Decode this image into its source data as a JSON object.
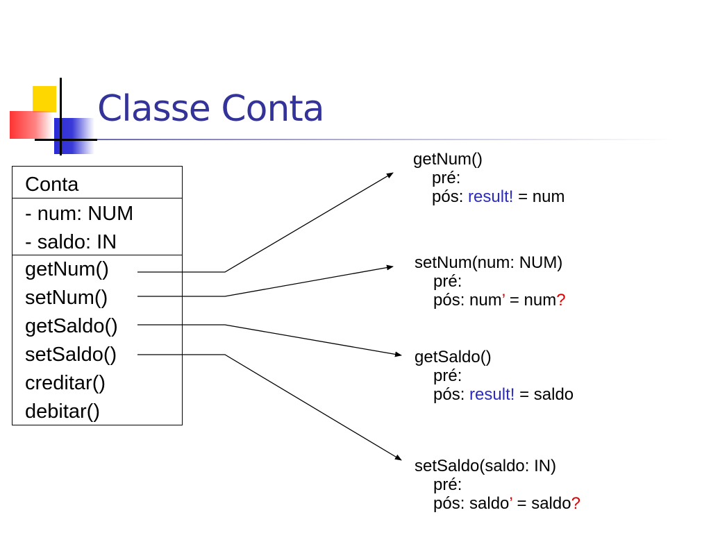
{
  "title": "Classe Conta",
  "class_box": {
    "name": "Conta",
    "attributes": [
      "- num: NUM",
      "- saldo: IN"
    ],
    "operations": [
      "getNum()",
      "setNum()",
      "getSaldo()",
      "setSaldo()",
      "creditar()",
      "debitar()"
    ]
  },
  "specs": [
    {
      "signature": "getNum()",
      "pre_label": "pré:",
      "post_label": "pós:",
      "post_highlight": "result!",
      "post_rest": " = num"
    },
    {
      "signature": "setNum(num: NUM)",
      "pre_label": "pré:",
      "post_label": "pós: num",
      "post_prime": "’",
      "post_rest": " = num",
      "post_question": "?"
    },
    {
      "signature": "getSaldo()",
      "pre_label": "pré:",
      "post_label": "pós:",
      "post_highlight": "result!",
      "post_rest": " = saldo"
    },
    {
      "signature": "setSaldo(saldo: IN)",
      "pre_label": "pré:",
      "post_label": "pós: saldo",
      "post_prime": "’",
      "post_rest": " = saldo",
      "post_question": "?"
    }
  ],
  "colors": {
    "title": "#333399",
    "highlight_blue": "#2b2bbf",
    "highlight_red": "#e00000"
  }
}
